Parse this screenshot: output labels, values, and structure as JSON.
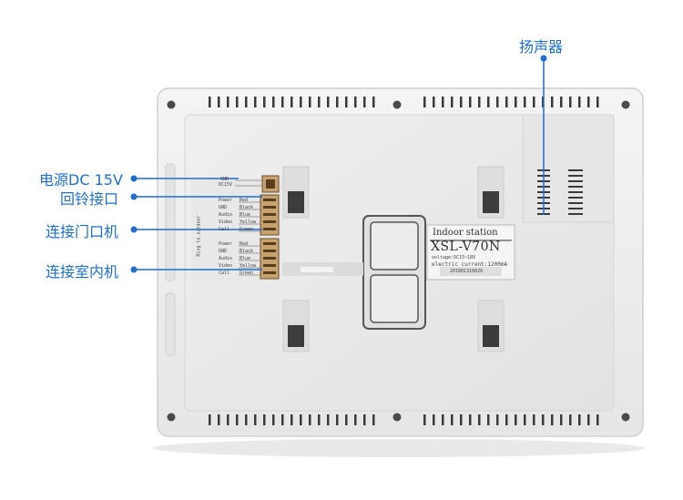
{
  "callouts": {
    "speaker": "扬声器",
    "power": "电源DC 15V",
    "ring_return": "回铃接口",
    "door_connect": "连接门口机",
    "indoor_connect": "连接室内机"
  },
  "label": {
    "title": "Indoor station",
    "model": "XSL-V70N",
    "voltage": "voltage:DC15~18V",
    "current": "electric current:1200mA",
    "serial": "201801310020"
  },
  "pcb": {
    "gnd": "GND",
    "dc": "DC15V",
    "ring_text": "Ring to outdoor",
    "wires_top": [
      "Power",
      "GND",
      "Audio",
      "Video",
      "Call"
    ],
    "wires_top_colors": [
      "Red",
      "Black",
      "Blue",
      "Yellow",
      "Green"
    ],
    "wires_bottom": [
      "Power",
      "GND",
      "Audio",
      "Video",
      "Call"
    ],
    "wires_bottom_colors": [
      "Red",
      "Black",
      "Blue",
      "Yellow",
      "Green"
    ]
  },
  "colors": {
    "accent": "#1e6fd0",
    "panel": "#ededed",
    "panel_dark": "#d4d4d4"
  }
}
